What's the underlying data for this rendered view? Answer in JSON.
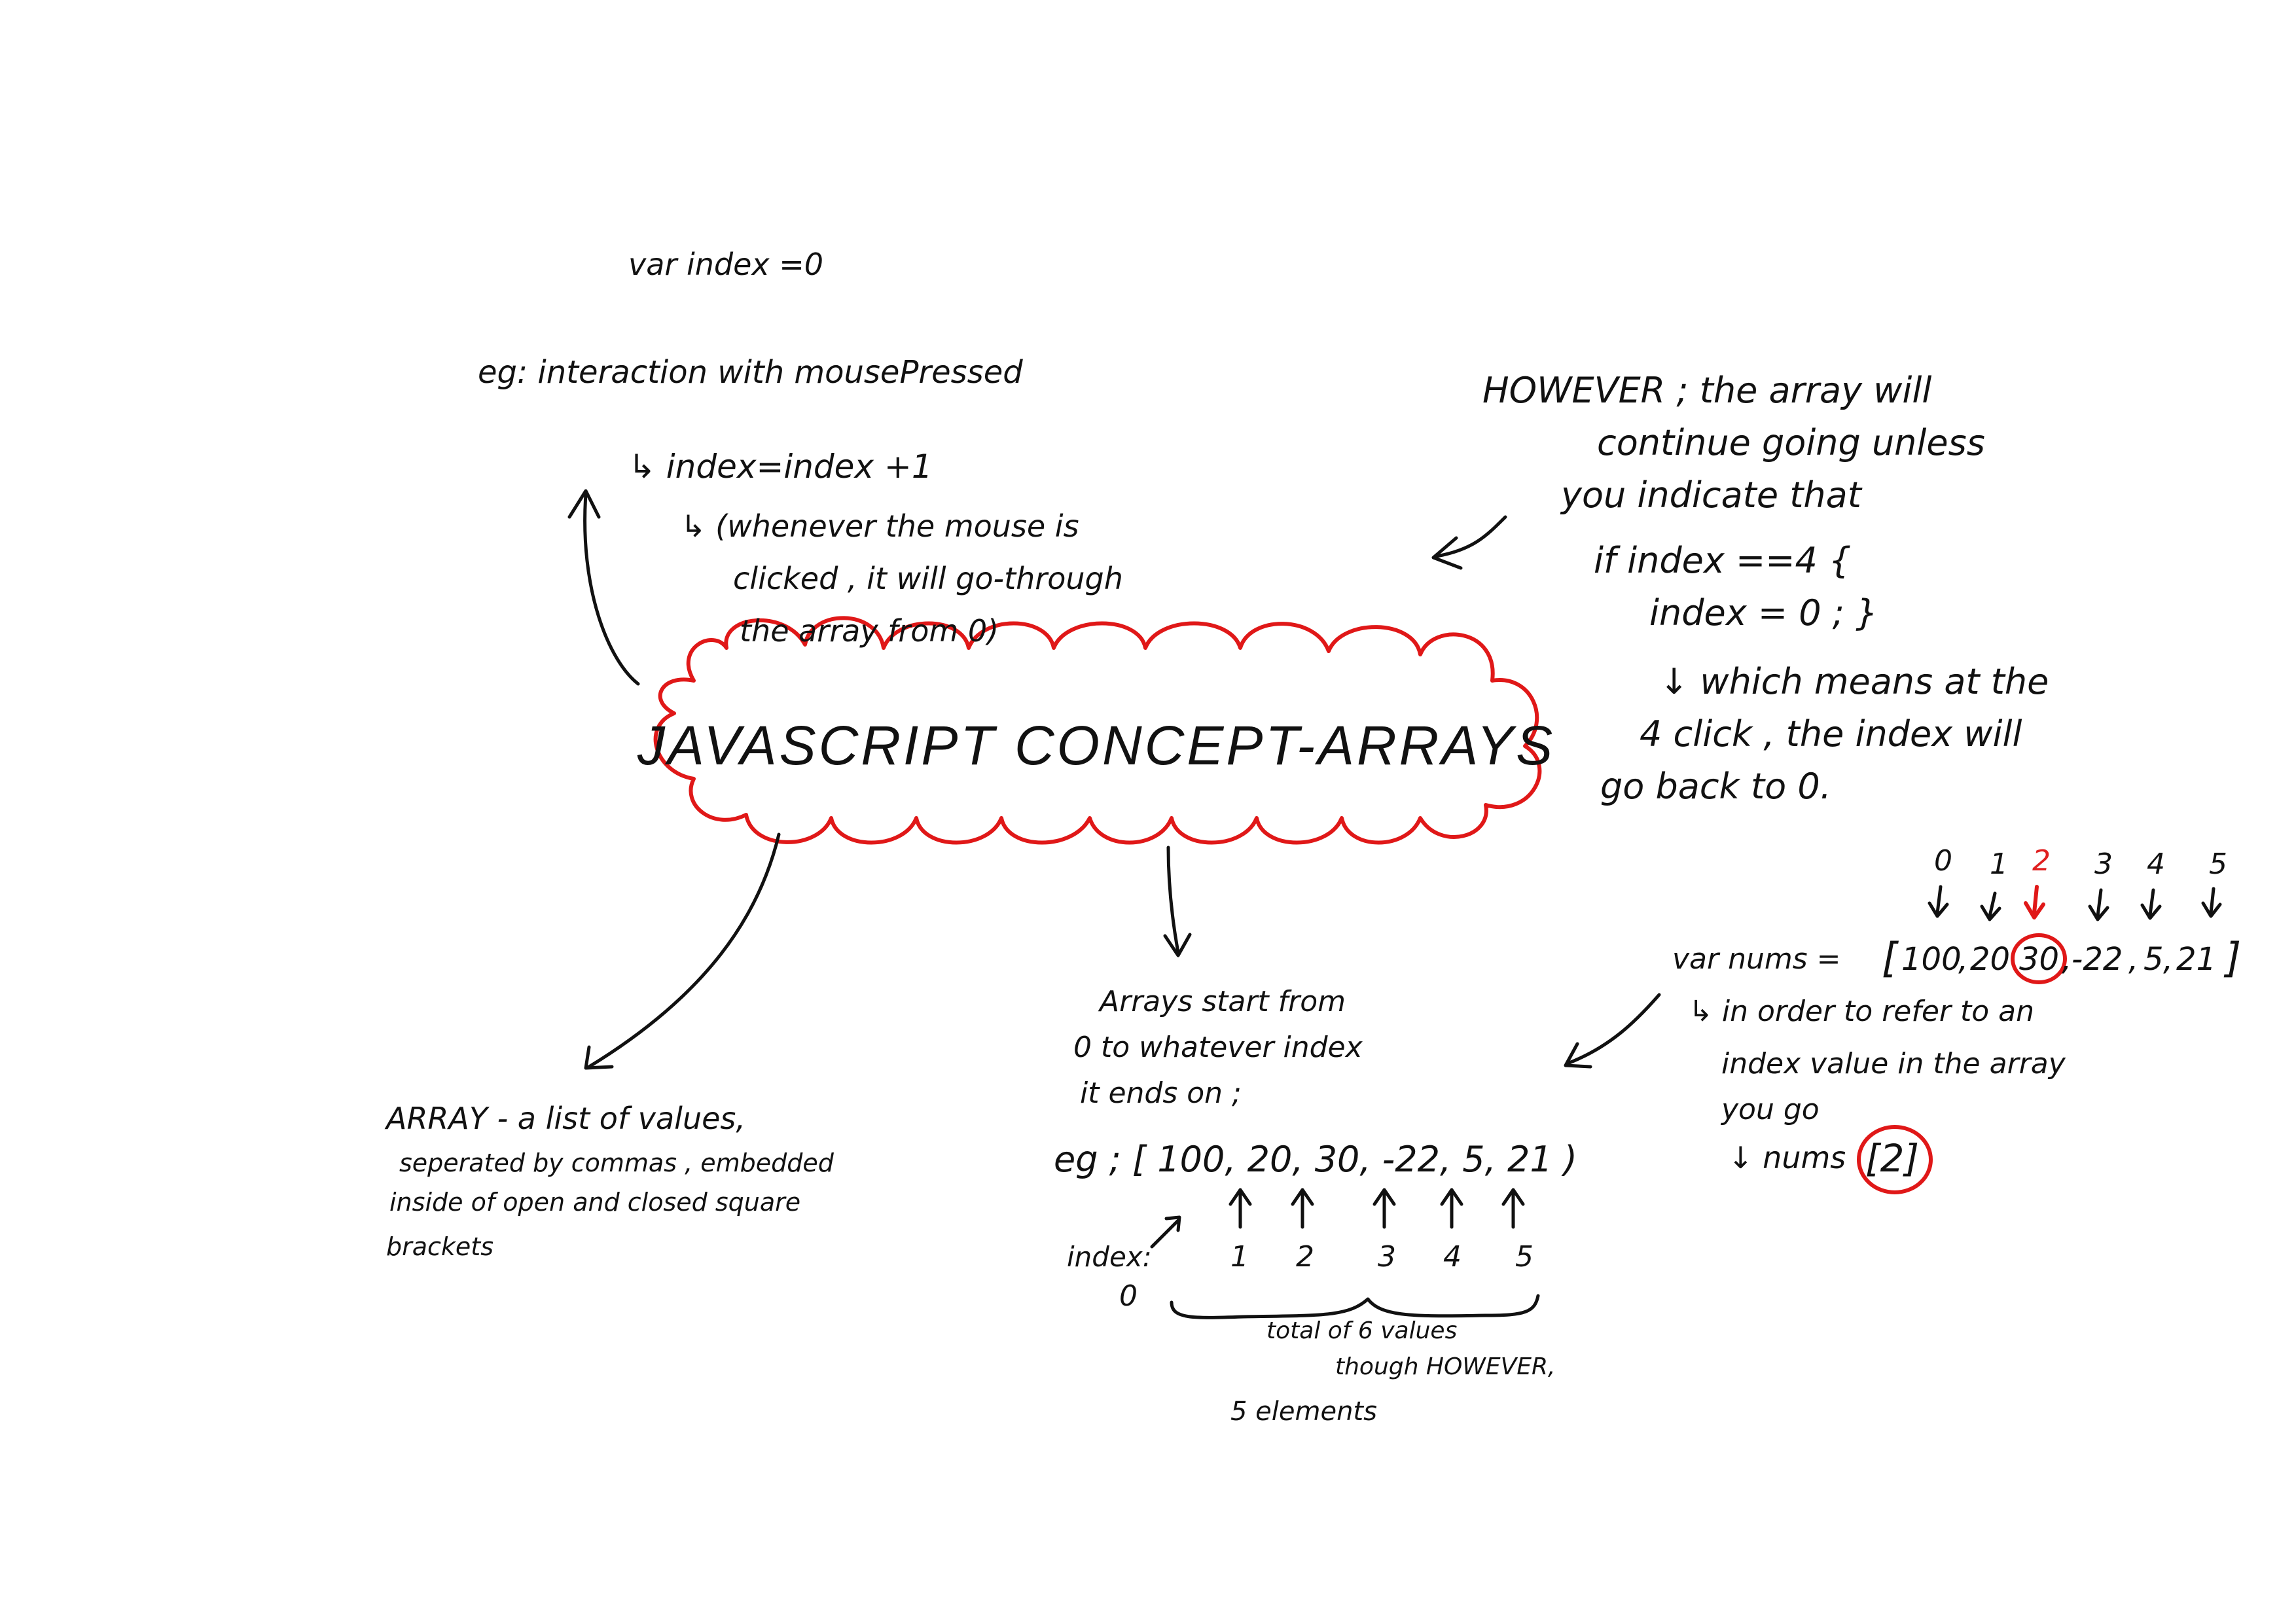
{
  "colors": {
    "ink": "#111111",
    "accent_red": "#e01818",
    "background": "#ffffff"
  },
  "central_topic": "JAVASCRIPT CONCEPT-ARRAYS",
  "top_left": {
    "var_line": "var index =0",
    "example_line": "eg: interaction with mousePressed",
    "increment_line": "↳ index=index +1",
    "explanation_lines": [
      "↳ (whenever  the mouse is",
      "clicked ,  it  will go-through",
      "the  array  from  0)"
    ]
  },
  "top_right": {
    "however_lines": [
      "HOWEVER ; the  array  will",
      "continue  going  unless",
      "you  indicate   that"
    ],
    "code_lines": [
      "if  index ==4 {",
      "index = 0 ; }"
    ],
    "result_lines": [
      "↓ which  means  at  the",
      "4  click , the  index  will",
      "go  back  to  0."
    ]
  },
  "bottom_left": {
    "definition_lines": [
      "ARRAY -  a  list  of  values,",
      "seperated  by  commas , embedded",
      "inside  of  open  and  closed  square",
      "brackets"
    ]
  },
  "bottom_middle": {
    "intro_lines": [
      "Arrays  start  from",
      "0   to  whatever  index",
      "it  ends  on ;"
    ],
    "example_line": "eg ; [ 100,  20,  30,  -22,  5,  21 )",
    "index_label": "index:",
    "index_values": [
      "0",
      "1",
      "2",
      "3",
      "4",
      "5"
    ],
    "brace_note_lines": [
      "total  of  6  values",
      "though  HOWEVER,",
      "5  elements"
    ]
  },
  "bottom_right": {
    "index_header": [
      "0",
      "1",
      "2",
      "3",
      "4",
      "5"
    ],
    "highlighted_index": "2",
    "array_prefix": "var  nums =",
    "array_values": [
      "100",
      "20",
      "30",
      "-22",
      "5",
      "21"
    ],
    "explanation_lines": [
      "↳ in order  to  refer  to  an",
      "index  value   in  the  array",
      "you  go"
    ],
    "access_prefix": "↓ nums",
    "access_value": "[2]"
  }
}
